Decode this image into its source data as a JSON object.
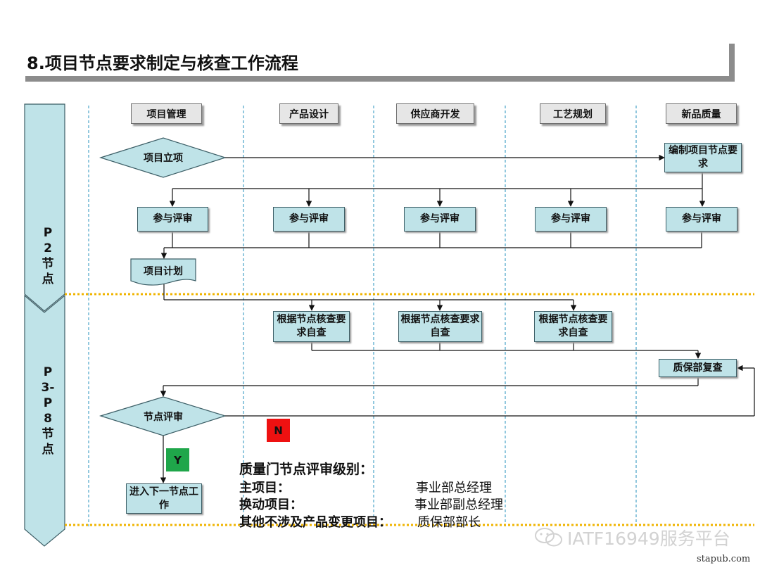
{
  "title": "8.项目节点要求制定与核查工作流程",
  "phases": [
    {
      "id": "p2",
      "label": "P2节点"
    },
    {
      "id": "p3p8",
      "label": "P3-P8节点"
    }
  ],
  "lanes": [
    "项目管理",
    "产品设计",
    "供应商开发",
    "工艺规划",
    "新品质量"
  ],
  "nodes": {
    "start": "项目立项",
    "compile": "编制项目节点要求",
    "review": "参与评审",
    "plan": "项目计划",
    "selfcheck": "根据节点核查要求自查",
    "qa_recheck": "质保部复查",
    "gate": "节点评审",
    "next": "进入下一节点工作"
  },
  "tags": {
    "yes": {
      "text": "Y",
      "color": "#1fa64a"
    },
    "no": {
      "text": "N",
      "color": "#ee1111"
    }
  },
  "levels": {
    "heading": "质量门节点评审级别：",
    "rows": [
      {
        "label": "主项目：",
        "value": "事业部总经理"
      },
      {
        "label": "换动项目：",
        "value": "事业部副总经理"
      },
      {
        "label": "其他不涉及产品变更项目：",
        "value": "质保部部长"
      }
    ]
  },
  "colors": {
    "box_fill": "#bfe3e8",
    "lane_divider": "#4aa3c8",
    "phase_divider": "#f0b400",
    "title_bar": "#8c8c8c"
  },
  "watermark": "IATF16949服务平台",
  "footer": "stapub.com"
}
